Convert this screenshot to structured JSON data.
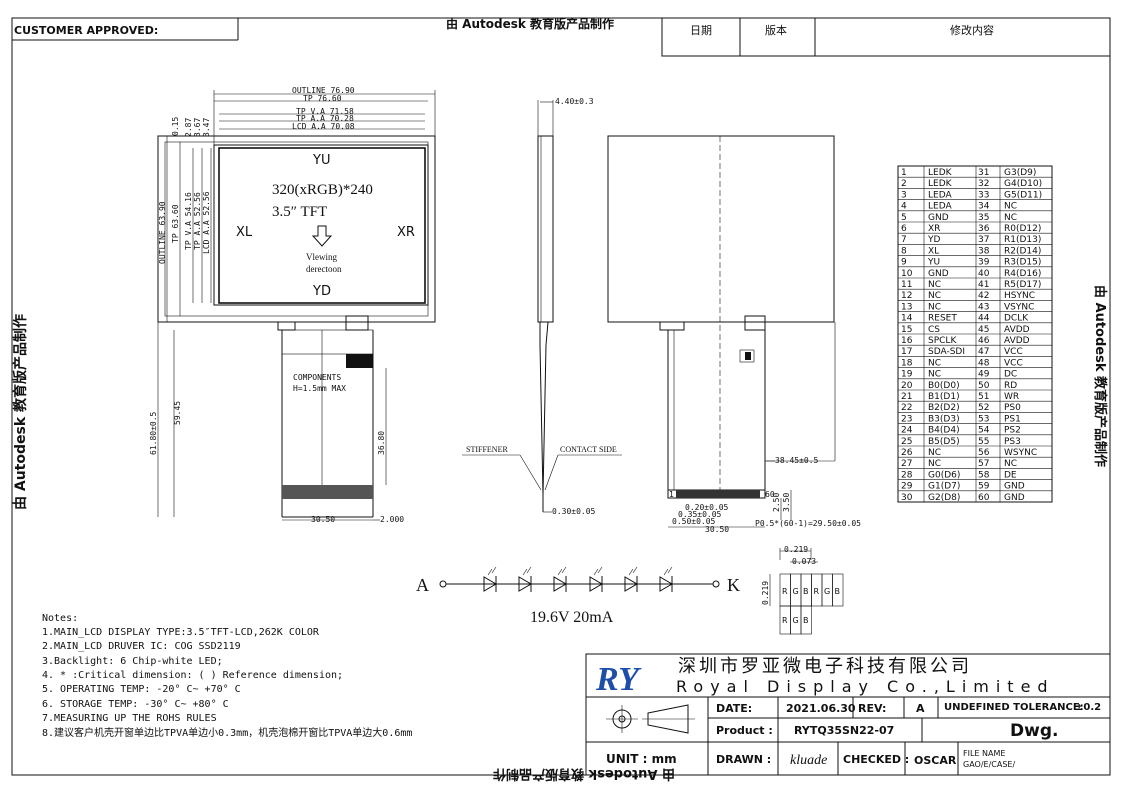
{
  "header": {
    "customer_approved": "CUSTOMER APPROVED:",
    "watermark_top": "由 Autodesk 教育版产品制作",
    "rev_col1": "日期",
    "rev_col2": "版本",
    "rev_col3": "修改内容"
  },
  "watermarks": {
    "left": "由 Autodesk 教育版产品制作",
    "right": "由 Autodesk 教育版产品制作",
    "bottom": "由 Autodesk 教育版产品制作"
  },
  "front_view": {
    "outline_w": "OUTLINE 76.90",
    "tp_w": "TP 76.60",
    "tp_va_w": "TP V.A 71.58",
    "tp_aa_w": "TP A.A 70.28",
    "lcd_aa_w": "LCD A.A 70.08",
    "outline_h": "OUTLINE 63.90",
    "tp_h": "TP 63.60",
    "tp_va_h": "TP V.A 54.16",
    "tp_aa_h": "TP A.A 52.56",
    "lcd_aa_h": "LCD A.A 52.56",
    "d1": "0.15",
    "d2": "2.87",
    "d3": "3.67",
    "d4": "3.47",
    "yu": "YU",
    "yd": "YD",
    "xl": "XL",
    "xr": "XR",
    "resolution": "320(xRGB)*240",
    "size": "3.5″ TFT",
    "view1": "Vlewing",
    "view2": "derectoon",
    "components1": "COMPONENTS",
    "components2": "H=1.5mm MAX",
    "dim_total_h": "61.80±0.5",
    "dim_fpc_h": "59.45",
    "dim_36_80": "36.80",
    "dim_30_50": "30.50",
    "dim_2_000": "2.000"
  },
  "side_view": {
    "thickness": "4.40±0.3",
    "stiffener": "STIFFENER",
    "contact_side": "CONTACT SIDE",
    "fpc_thick": "0.30±0.05"
  },
  "back_view": {
    "dim_38_45": "38.45±0.5",
    "dim_1": "1",
    "dim_60": "60",
    "dim_0_20": "0.20±0.05",
    "dim_0_35": "0.35±0.05",
    "dim_0_50": "0.50±0.05",
    "dim_pitch": "P0.5*(60-1)=29.50±0.05",
    "dim_30_50b": "30.50",
    "dim_2_50": "2.50",
    "dim_3_50": "3.50"
  },
  "pins": [
    [
      "1",
      "LEDK",
      "31",
      "G3(D9)"
    ],
    [
      "2",
      "LEDK",
      "32",
      "G4(D10)"
    ],
    [
      "3",
      "LEDA",
      "33",
      "G5(D11)"
    ],
    [
      "4",
      "LEDA",
      "34",
      "NC"
    ],
    [
      "5",
      "GND",
      "35",
      "NC"
    ],
    [
      "6",
      "XR",
      "36",
      "R0(D12)"
    ],
    [
      "7",
      "YD",
      "37",
      "R1(D13)"
    ],
    [
      "8",
      "XL",
      "38",
      "R2(D14)"
    ],
    [
      "9",
      "YU",
      "39",
      "R3(D15)"
    ],
    [
      "10",
      "GND",
      "40",
      "R4(D16)"
    ],
    [
      "11",
      "NC",
      "41",
      "R5(D17)"
    ],
    [
      "12",
      "NC",
      "42",
      "HSYNC"
    ],
    [
      "13",
      "NC",
      "43",
      "VSYNC"
    ],
    [
      "14",
      "RESET",
      "44",
      "DCLK"
    ],
    [
      "15",
      "CS",
      "45",
      "AVDD"
    ],
    [
      "16",
      "SPCLK",
      "46",
      "AVDD"
    ],
    [
      "17",
      "SDA-SDI",
      "47",
      "VCC"
    ],
    [
      "18",
      "NC",
      "48",
      "VCC"
    ],
    [
      "19",
      "NC",
      "49",
      "DC"
    ],
    [
      "20",
      "B0(D0)",
      "50",
      "RD"
    ],
    [
      "21",
      "B1(D1)",
      "51",
      "WR"
    ],
    [
      "22",
      "B2(D2)",
      "52",
      "PS0"
    ],
    [
      "23",
      "B3(D3)",
      "53",
      "PS1"
    ],
    [
      "24",
      "B4(D4)",
      "54",
      "PS2"
    ],
    [
      "25",
      "B5(D5)",
      "55",
      "PS3"
    ],
    [
      "26",
      "NC",
      "56",
      "WSYNC"
    ],
    [
      "27",
      "NC",
      "57",
      "NC"
    ],
    [
      "28",
      "G0(D6)",
      "58",
      "DE"
    ],
    [
      "29",
      "G1(D7)",
      "59",
      "GND"
    ],
    [
      "30",
      "G2(D8)",
      "60",
      "GND"
    ]
  ],
  "led": {
    "anode": "A",
    "cathode": "K",
    "spec": "19.6V 20mA"
  },
  "pixel": {
    "p1": "0.219",
    "p2": "0.073",
    "p3": "0.219",
    "r": "R",
    "g": "G",
    "b": "B"
  },
  "notes": {
    "title": "Notes:",
    "n1": "1.MAIN_LCD DISPLAY TYPE:3.5″TFT-LCD,262K COLOR",
    "n2": "2.MAIN_LCD DRUVER IC: COG SSD2119",
    "n3": "3.Backlight:   6 Chip-white LED;",
    "n4": "4. * :Critical dimension:    ( ) Reference dimension;",
    "n5": "5. OPERATING TEMP:   -20° C~ +70° C",
    "n6": "6. STORAGE TEMP:   -30° C~ +80° C",
    "n7": "7.MEASURING UP THE ROHS RULES",
    "n8": "8.建议客户机壳开窗单边比TPVA单边小0.3mm，机壳泡棉开窗比TPVA单边大0.6mm"
  },
  "title_block": {
    "company_cn": "深圳市罗亚微电子科技有限公司",
    "company_en": "Royal Display Co.,Limited",
    "logo": "RY",
    "date_label": "DATE:",
    "date_value": "2021.06.30",
    "rev_label": "REV:",
    "rev_value": "A",
    "tol_label": "UNDEFINED TOLERANCE:",
    "tol_value": "±0.2",
    "product_label": "Product :",
    "product_value": "RYTQ35SN22-07",
    "dwg": "Dwg.",
    "unit_label": "UNIT : mm",
    "drawn_label": "DRAWN :",
    "drawn_value": "kluade",
    "checked_label": "CHECKED :",
    "checked_value": "OSCAR",
    "file_label": "FILE NAME",
    "file_value": "GAO/E/CASE/"
  }
}
